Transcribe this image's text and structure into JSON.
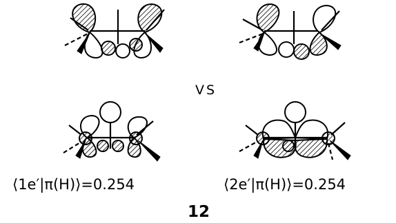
{
  "separator_text": "VS",
  "overlap_labels": [
    "⟨1e′|π(H)⟩=0.254",
    "⟨2e′|π(H)⟩=0.254"
  ],
  "compound_number": "12"
}
